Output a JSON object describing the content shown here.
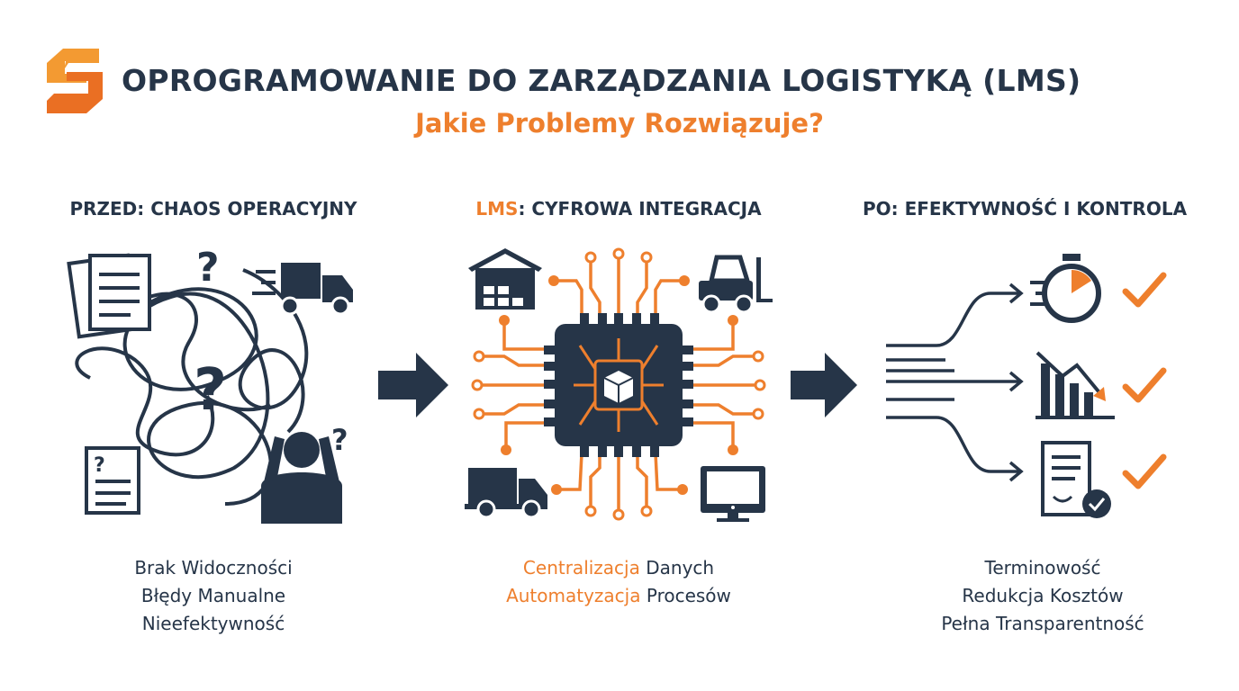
{
  "header": {
    "title": "OPROGRAMOWANIE DO ZARZĄDZANIA LOGISTYKĄ (LMS)",
    "subtitle": "Jakie Problemy Rozwiązuje?"
  },
  "colors": {
    "navy": "#263548",
    "orange": "#ee7f2d"
  },
  "sections": {
    "before": {
      "title": "PRZED: CHAOS OPERACYJNY",
      "captions": [
        "Brak Widoczności",
        "Błędy Manualne",
        "Nieefektywność"
      ]
    },
    "lms": {
      "title_accent": "LMS",
      "title_rest": ": CYFROWA INTEGRACJA",
      "captions": [
        {
          "accent": "Centralizacja",
          "rest": " Danych"
        },
        {
          "accent": "Automatyzacja",
          "rest": " Procesów"
        }
      ]
    },
    "after": {
      "title": "PO: EFEKTYWNOŚĆ I KONTROLA",
      "captions": [
        "Terminowość",
        "Redukcja Kosztów",
        "Pełna Transparentność"
      ]
    }
  },
  "icons": [
    "logo",
    "documents-icon",
    "question-mark-icon",
    "truck-icon",
    "stressed-person-icon",
    "arrow-right-icon",
    "warehouse-icon",
    "forklift-icon",
    "chip-icon",
    "monitor-icon",
    "stopwatch-icon",
    "cost-chart-icon",
    "receipt-icon",
    "checkmark-icon"
  ]
}
